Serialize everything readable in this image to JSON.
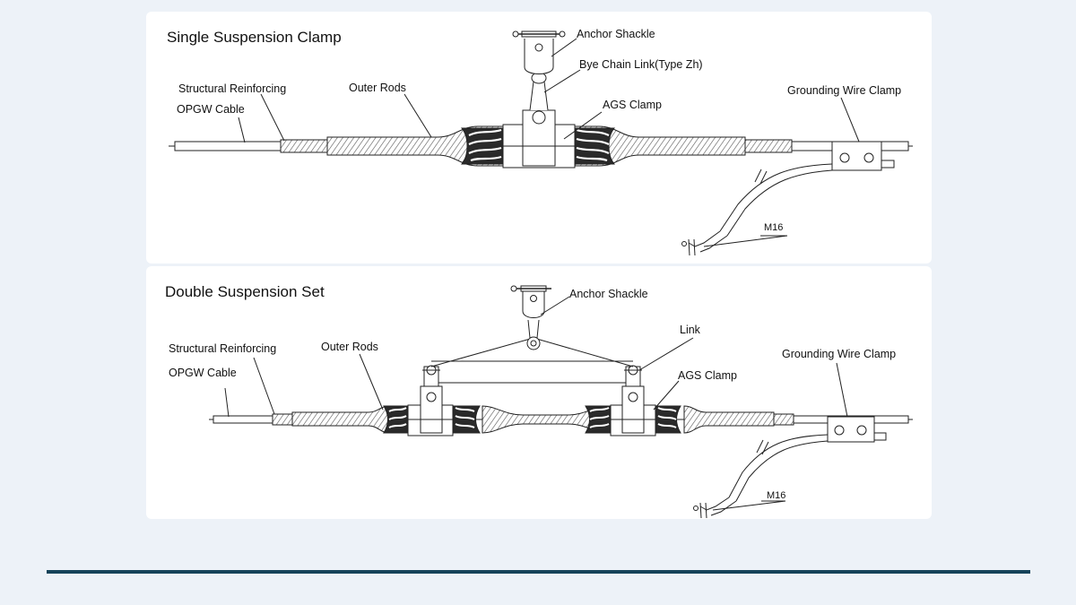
{
  "single": {
    "title": "Single Suspension Clamp",
    "labels": {
      "anchor_shackle": "Anchor Shackle",
      "bye_chain_link": "Bye Chain Link(Type Zh)",
      "structural_reinforcing": "Structural Reinforcing",
      "outer_rods": "Outer Rods",
      "opgw_cable": "OPGW Cable",
      "ags_clamp": "AGS Clamp",
      "grounding_wire_clamp": "Grounding Wire Clamp",
      "m16": "M16"
    }
  },
  "double": {
    "title": "Double Suspension Set",
    "labels": {
      "anchor_shackle": "Anchor Shackle",
      "link": "Link",
      "structural_reinforcing": "Structural Reinforcing",
      "outer_rods": "Outer Rods",
      "opgw_cable": "OPGW Cable",
      "ags_clamp": "AGS Clamp",
      "grounding_wire_clamp": "Grounding Wire Clamp",
      "m16": "M16"
    }
  },
  "colors": {
    "page_background": "#edf2f8",
    "panel_background": "#ffffff",
    "line": "#222222",
    "divider": "#16435a"
  }
}
